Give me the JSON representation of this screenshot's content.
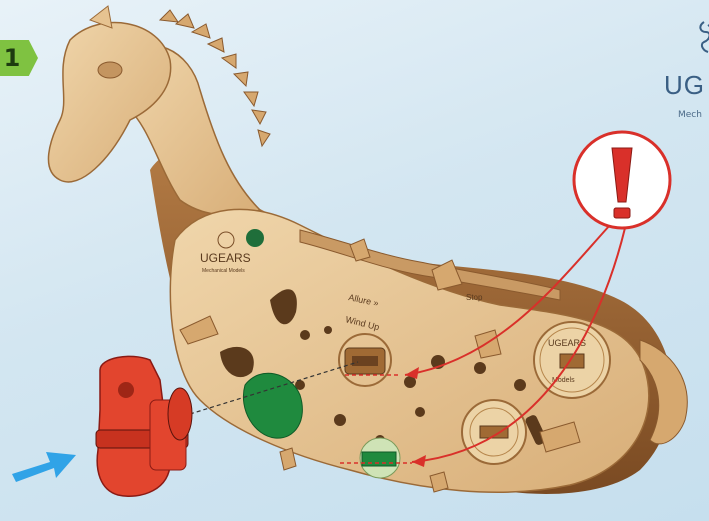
{
  "step": {
    "number": "1"
  },
  "brand": {
    "name": "UG",
    "subtitle": "Mech"
  },
  "engraving": {
    "logo": "UGEARS",
    "tagline": "Mechanical Models",
    "allure": "Allure »",
    "wind_up": "Wind Up",
    "stop": "Stop",
    "disc_logo": "UGEARS",
    "disc_text": "Models"
  },
  "colors": {
    "wood_light": "#e8c99a",
    "wood_mid": "#d9b07a",
    "wood_dark": "#8a5a2e",
    "key_red": "#e2452e",
    "warning_red": "#d9302a",
    "arrow_blue": "#1e9be6",
    "step_green": "#7fc241"
  },
  "icons": {
    "warning": "exclamation-icon",
    "pointer": "blue-arrow-icon",
    "key": "wind-up-key-icon"
  }
}
